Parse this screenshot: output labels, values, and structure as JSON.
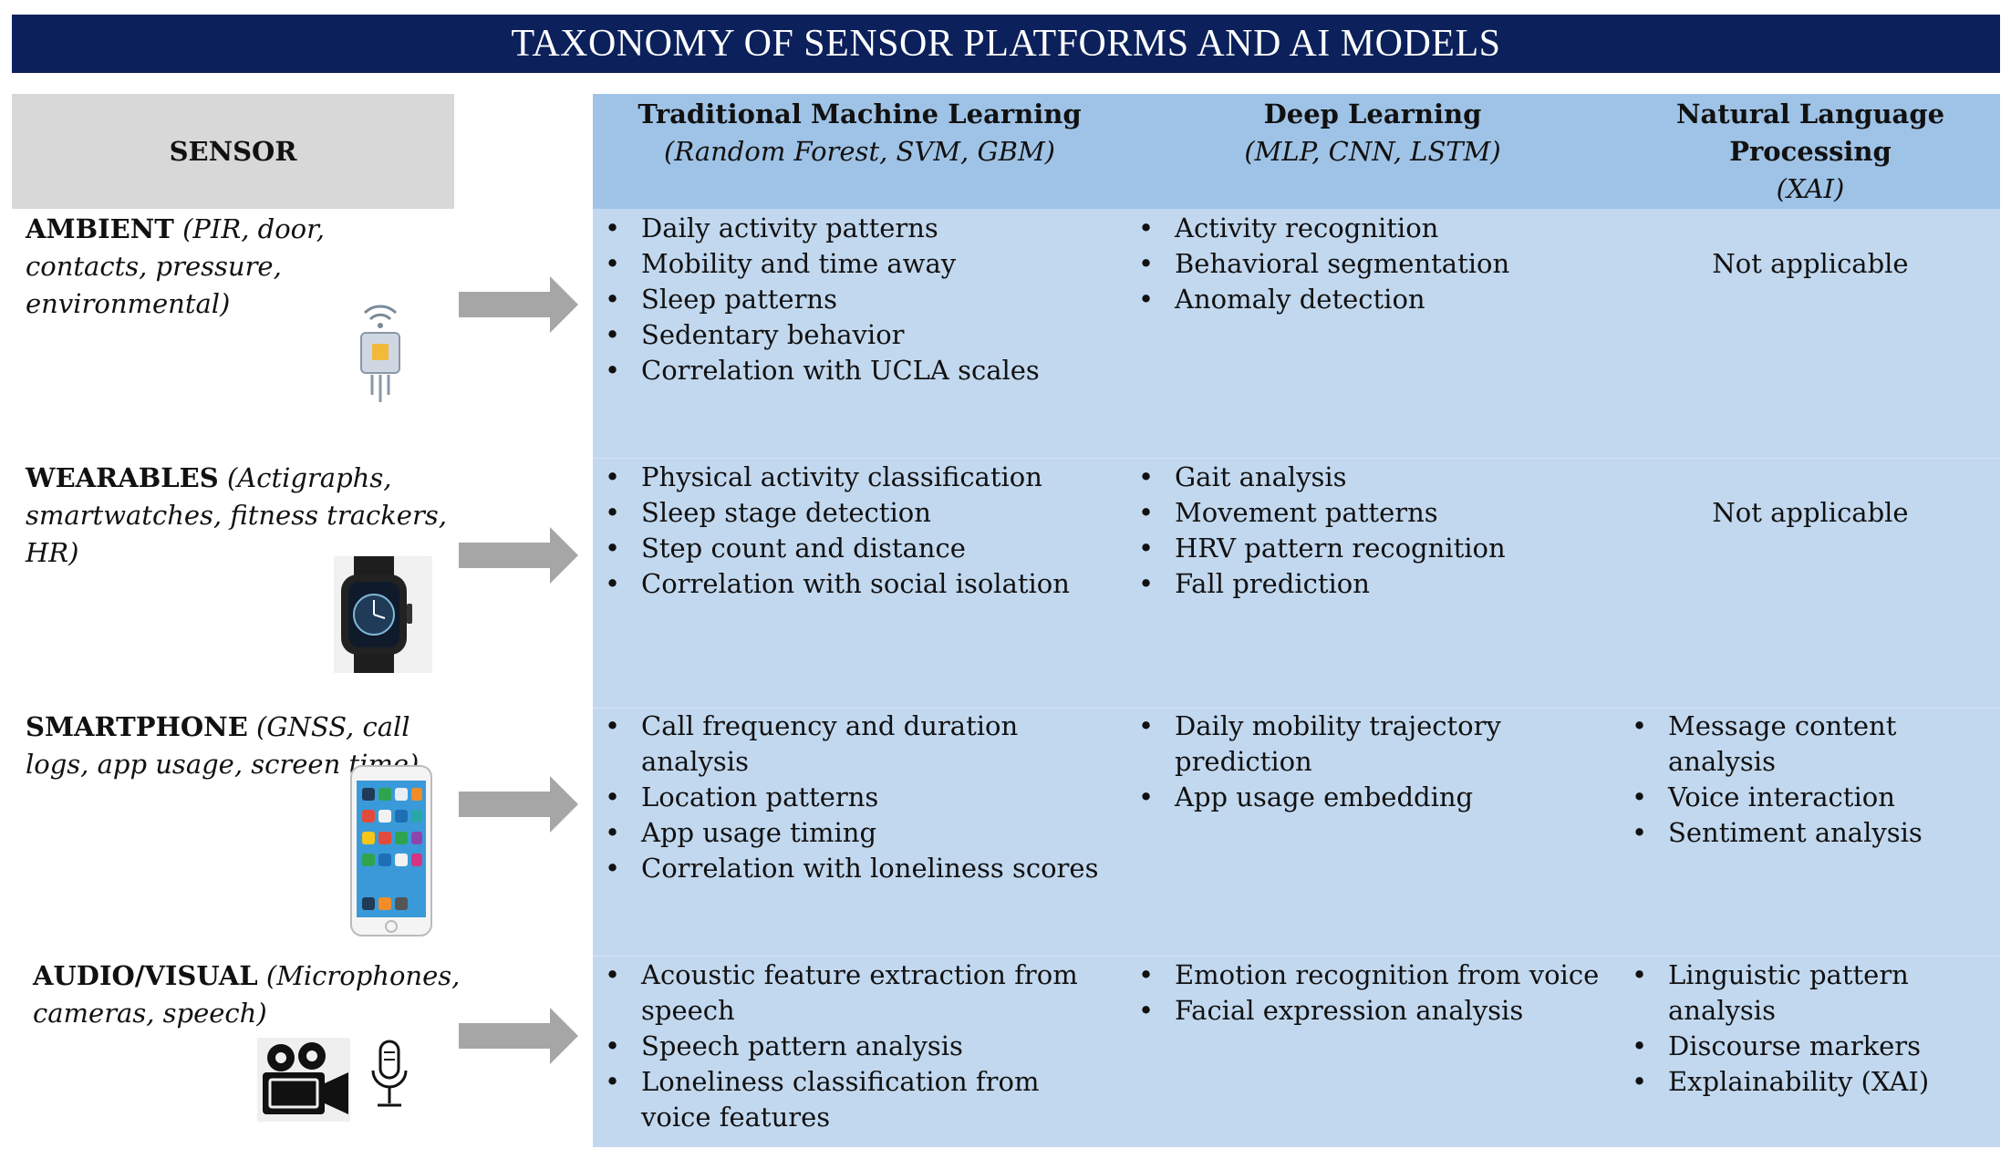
{
  "title": "TAXONOMY OF SENSOR PLATFORMS AND AI MODELS",
  "sensor_header": "SENSOR",
  "columns": [
    {
      "title": "Traditional Machine Learning",
      "subtitle": "(Random Forest, SVM, GBM)"
    },
    {
      "title": "Deep Learning",
      "subtitle": "(MLP, CNN, LSTM)"
    },
    {
      "title": "Natural Language Processing",
      "subtitle": "(XAI)"
    }
  ],
  "rows": [
    {
      "name": "AMBIENT",
      "desc": "(PIR, door, contacts, pressure, environmental)",
      "icon": "ambient-sensor-icon",
      "ml": [
        "Daily activity patterns",
        "Mobility and time away",
        "Sleep patterns",
        "Sedentary behavior",
        "Correlation with UCLA scales"
      ],
      "dl": [
        "Activity recognition",
        "Behavioral segmentation",
        "Anomaly detection"
      ],
      "nlp_na": "Not applicable"
    },
    {
      "name": "WEARABLES",
      "desc": "(Actigraphs, smartwatches, fitness trackers, HR)",
      "icon": "smartwatch-icon",
      "ml": [
        "Physical activity classification",
        "Sleep stage detection",
        "Step count and distance",
        "Correlation with social isolation"
      ],
      "dl": [
        "Gait analysis",
        "Movement patterns",
        "HRV pattern recognition",
        "Fall prediction"
      ],
      "nlp_na": "Not applicable"
    },
    {
      "name": "SMARTPHONE",
      "desc": "(GNSS, call logs, app usage, screen time)",
      "icon": "smartphone-icon",
      "ml": [
        "Call frequency and duration analysis",
        "Location patterns",
        "App usage timing",
        "Correlation with loneliness scores"
      ],
      "dl": [
        "Daily mobility trajectory prediction",
        "App usage embedding"
      ],
      "nlp": [
        "Message content analysis",
        "Voice interaction",
        "Sentiment analysis"
      ]
    },
    {
      "name": "AUDIO/VISUAL",
      "desc": "(Microphones, cameras, speech)",
      "icon": "video-camera-icon",
      "icon2": "microphone-icon",
      "ml": [
        "Acoustic feature extraction from speech",
        "Speech pattern analysis",
        "Loneliness classification from voice features"
      ],
      "dl": [
        "Emotion recognition from voice",
        "Facial expression analysis"
      ],
      "nlp": [
        "Linguistic pattern analysis",
        "Discourse markers",
        "Explainability (XAI)"
      ]
    }
  ],
  "colors": {
    "banner": "#0c215b",
    "header_blue": "#9fc3e6",
    "body_blue": "#c2d8ef",
    "sensor_header": "#d8d8d8",
    "arrow": "#a6a6a6"
  }
}
